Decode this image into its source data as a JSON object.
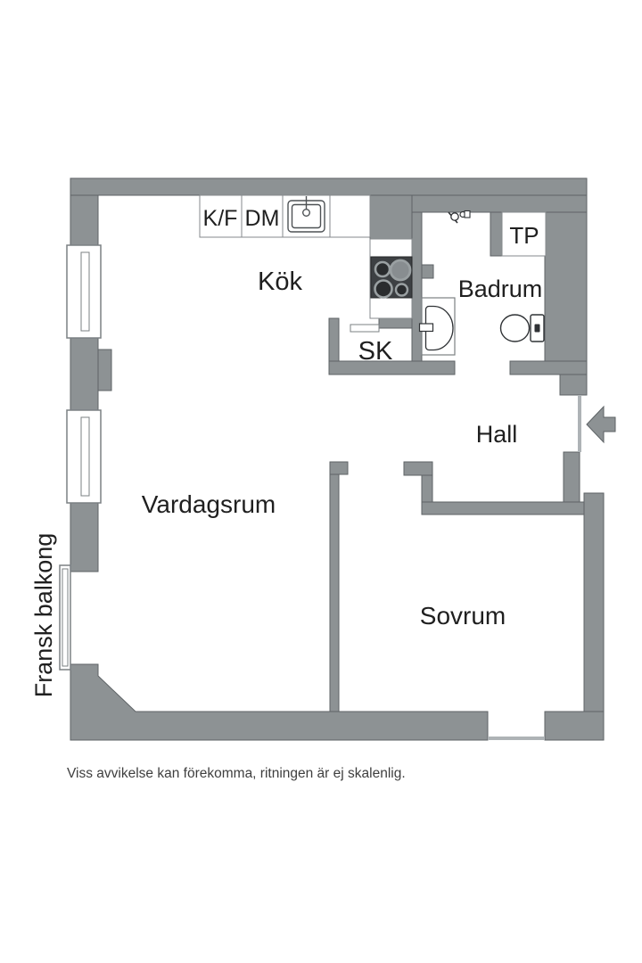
{
  "palette": {
    "wall": "#8d9294",
    "wall_outline": "#5e6366",
    "counter_line": "#85898c",
    "fixture_outline": "#2f3235",
    "stove_body": "#3d4043",
    "burner_ring": "#9aa0a2",
    "burner_dark": "#2a2c2e",
    "burner_light": "#888d90",
    "text": "#1f1f1f",
    "muted_text": "#3e3e3e",
    "background": "#ffffff"
  },
  "rooms": {
    "kitchen": {
      "label": "Kök"
    },
    "bathroom": {
      "label": "Badrum"
    },
    "hall": {
      "label": "Hall"
    },
    "living_room": {
      "label": "Vardagsrum"
    },
    "bedroom": {
      "label": "Sovrum"
    },
    "closet": {
      "label": "SK"
    },
    "tp_cabinet": {
      "label": "TP"
    }
  },
  "appliances": {
    "fridge_freezer": {
      "label": "K/F"
    },
    "dishwasher": {
      "label": "DM"
    }
  },
  "balcony": {
    "label": "Fransk balkong"
  },
  "footer": {
    "disclaimer": "Viss avvikelse kan förekomma, ritningen är ej skalenlig."
  },
  "icons": {
    "kitchen-sink-icon": "sink basin with tap",
    "stove-icon": "4-burner cooktop",
    "shower-mixer-icon": "shower mixer valve",
    "washbasin-icon": "bathroom washbasin",
    "toilet-icon": "toilet with cistern",
    "entrance-arrow-icon": "entry direction arrow",
    "window-icon": "window with frame",
    "french-door-icon": "french balcony door"
  }
}
